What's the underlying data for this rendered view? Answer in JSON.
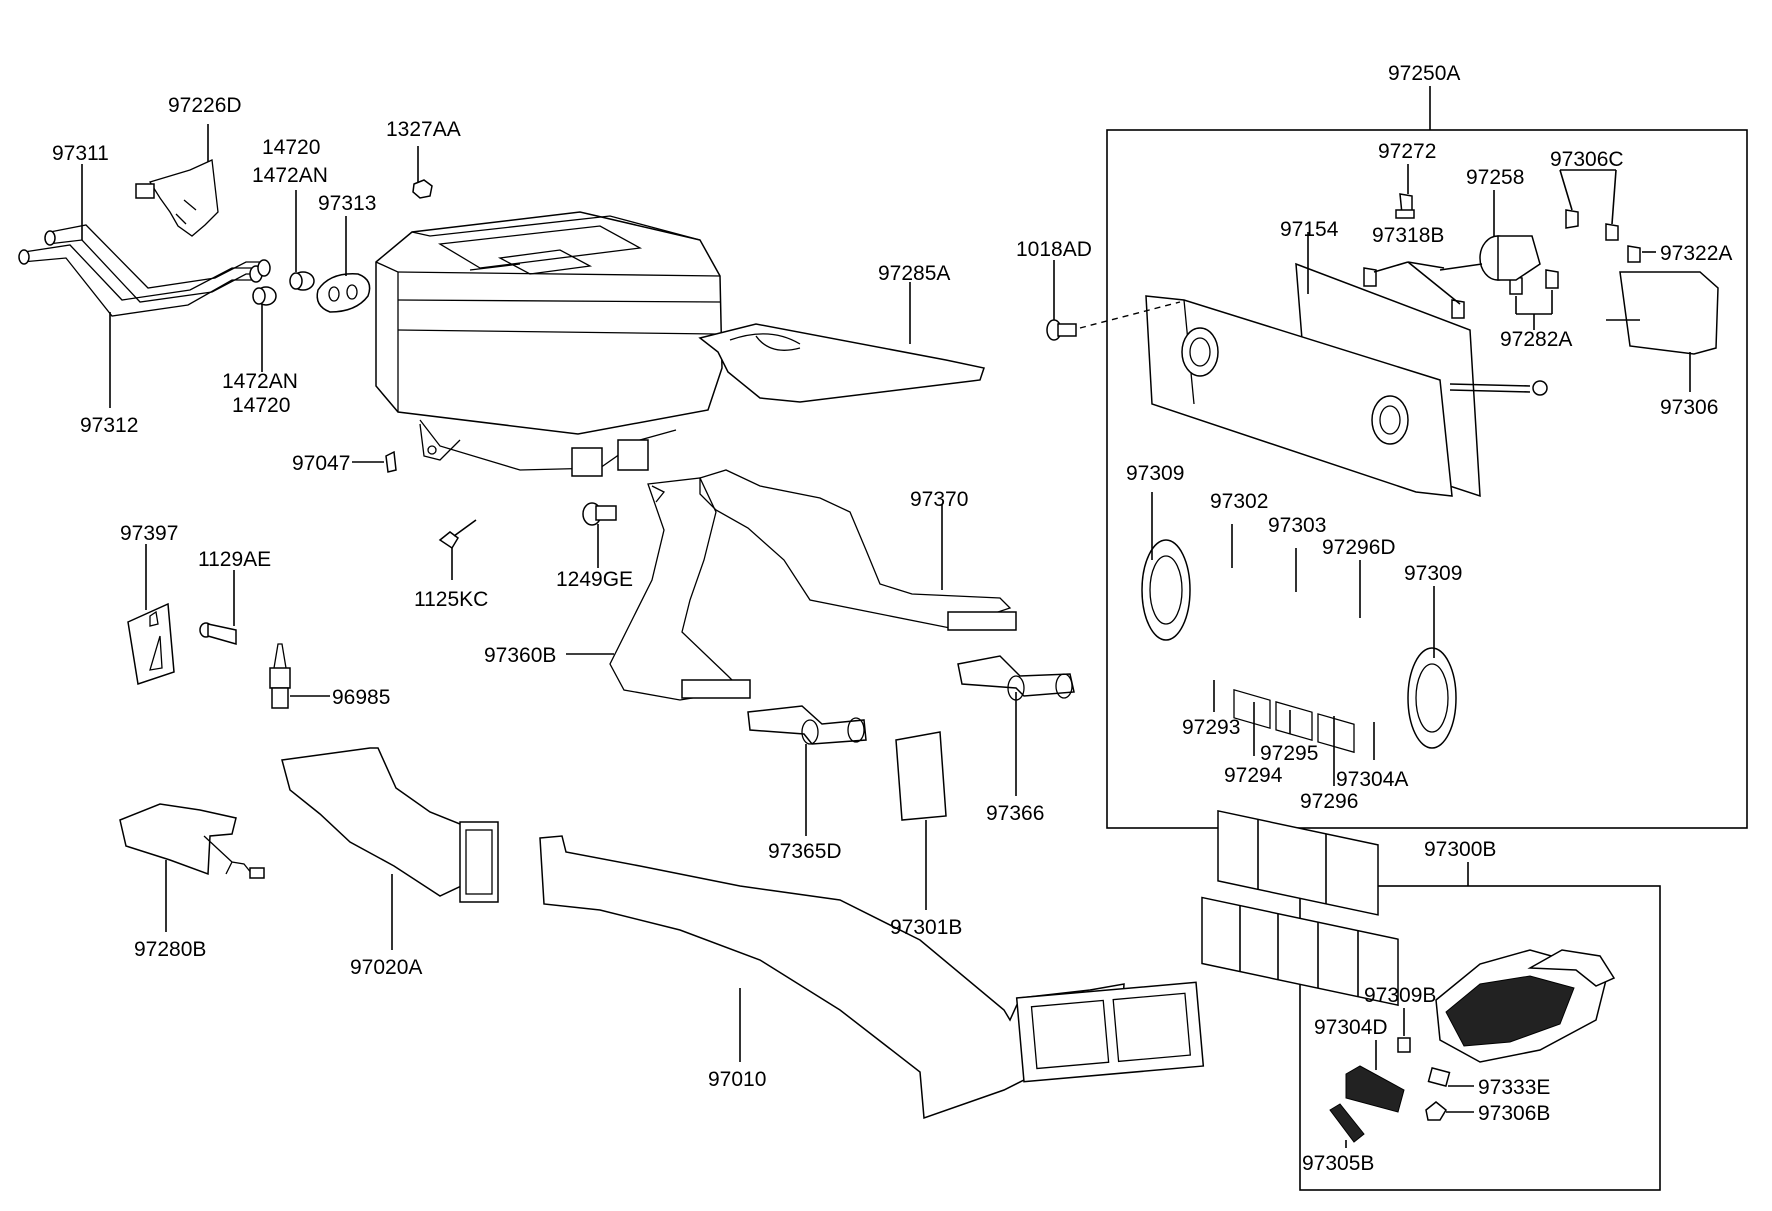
{
  "labels": {
    "97250A": "97250A",
    "97226D": "97226D",
    "97311": "97311",
    "14720_top": "14720",
    "1472AN_top": "1472AN",
    "97313": "97313",
    "1327AA": "1327AA",
    "97285A": "97285A",
    "1018AD": "1018AD",
    "97272": "97272",
    "97258": "97258",
    "97306C": "97306C",
    "97154": "97154",
    "97318B": "97318B",
    "97322A": "97322A",
    "97282A": "97282A",
    "97306": "97306",
    "1472AN_bot": "1472AN",
    "14720_bot": "14720",
    "97312": "97312",
    "97047": "97047",
    "97370": "97370",
    "97309_left": "97309",
    "97302": "97302",
    "97303": "97303",
    "97296D": "97296D",
    "97309_right": "97309",
    "97397": "97397",
    "1129AE": "1129AE",
    "1125KC": "1125KC",
    "1249GE": "1249GE",
    "97360B": "97360B",
    "96985": "96985",
    "97293": "97293",
    "97295": "97295",
    "97294": "97294",
    "97304A": "97304A",
    "97296": "97296",
    "97366": "97366",
    "97365D": "97365D",
    "97300B": "97300B",
    "97301B": "97301B",
    "97280B": "97280B",
    "97020A": "97020A",
    "97309B": "97309B",
    "97304D": "97304D",
    "97333E": "97333E",
    "97306B": "97306B",
    "97305B": "97305B",
    "97010": "97010"
  },
  "colors": {
    "line": "#000000",
    "background": "#ffffff"
  }
}
